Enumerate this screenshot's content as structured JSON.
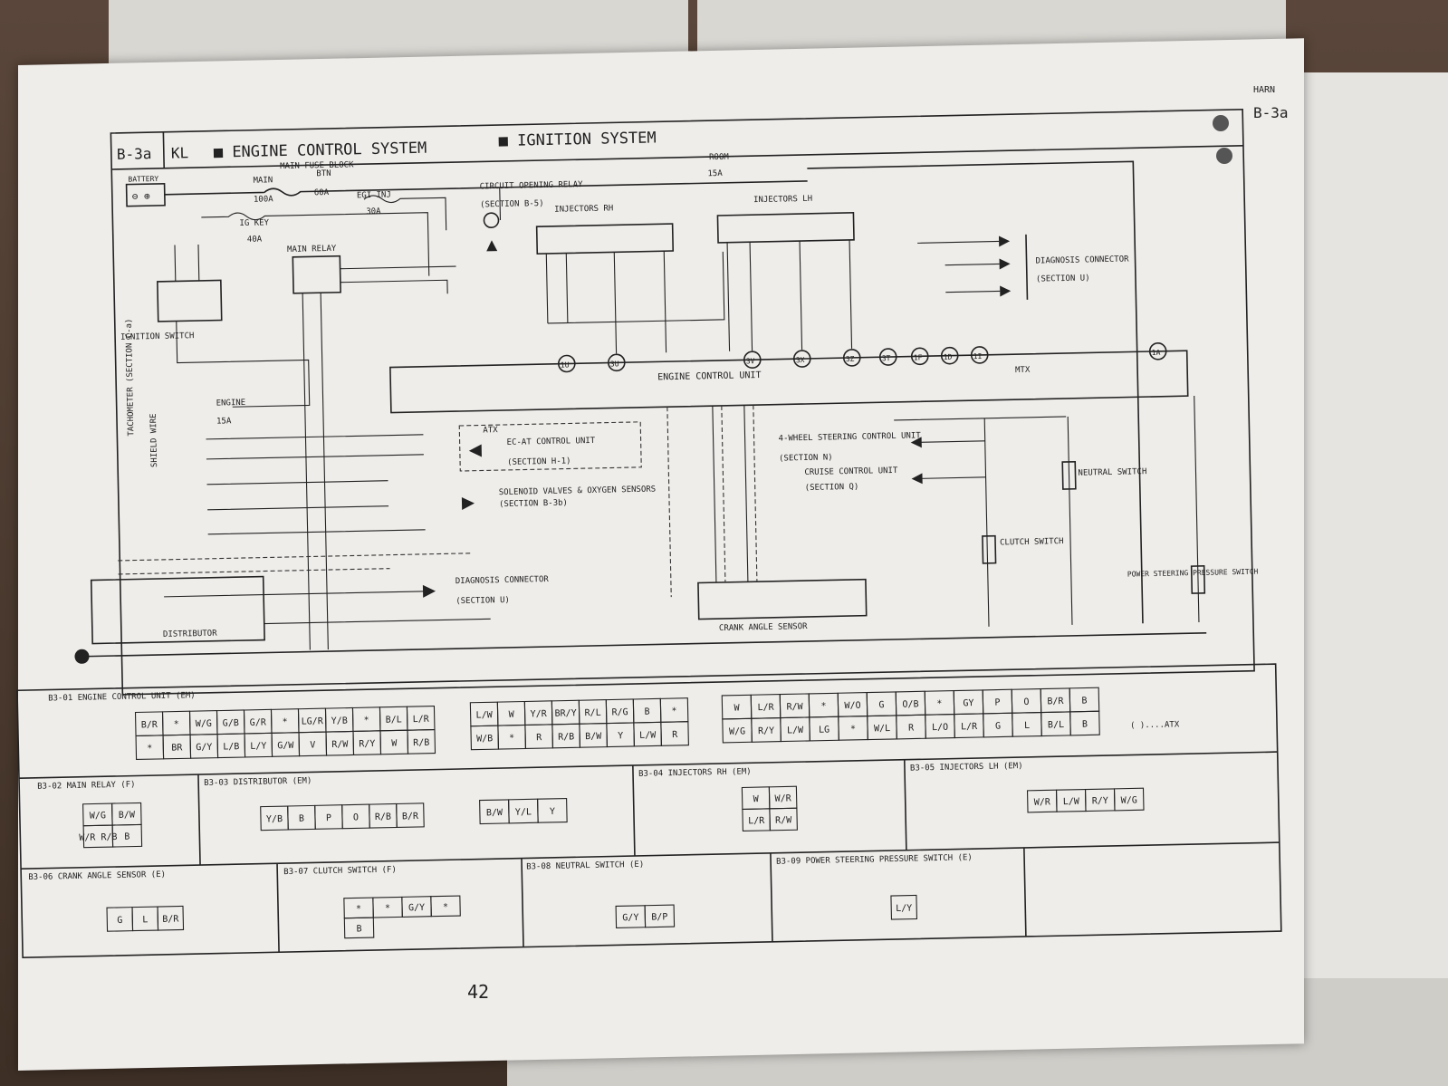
{
  "header": {
    "code": "B-3a",
    "model": "KL",
    "title1": "ENGINE CONTROL SYSTEM",
    "title2": "IGNITION SYSTEM",
    "next_sheet_label": "B-3a",
    "next_sheet_tab": "HARN"
  },
  "components": {
    "battery": "BATTERY",
    "main_fuse_block": "MAIN FUSE BLOCK",
    "main": "MAIN",
    "main_amp": "100A",
    "btn": "BTN",
    "btn_amp": "60A",
    "egi_inj": "EGI INJ",
    "egi_amp": "30A",
    "ig_key": "IG KEY",
    "ig_key_amp": "40A",
    "main_relay": "MAIN RELAY",
    "ignition_switch": "IGNITION SWITCH",
    "engine": "ENGINE",
    "engine_amp": "15A",
    "room": "ROOM",
    "room_amp": "15A",
    "circuit_opening_relay": "CIRCUIT OPENING RELAY",
    "section_b5": "(SECTION B-5)",
    "injectors_rh": "INJECTORS RH",
    "injectors_lh": "INJECTORS LH",
    "ecu": "ENGINE CONTROL UNIT",
    "diag_connector": "DIAGNOSIS CONNECTOR",
    "section_u": "(SECTION U)",
    "tachometer": "TACHOMETER (SECTION C-a)",
    "shield_wire": "SHIELD WIRE",
    "ec_at": "EC-AT CONTROL UNIT",
    "section_h1": "(SECTION H-1)",
    "solenoid": "SOLENOID VALVES & OXYGEN SENSORS",
    "section_b3b": "(SECTION B-3b)",
    "four_ws": "4-WHEEL STEERING CONTROL UNIT",
    "section_n": "(SECTION N)",
    "cruise": "CRUISE CONTROL UNIT",
    "section_q": "(SECTION Q)",
    "neutral_switch": "NEUTRAL SWITCH",
    "clutch_switch": "CLUTCH SWITCH",
    "crank_angle_sensor": "CRANK ANGLE SENSOR",
    "power_steering": "POWER STEERING PRESSURE SWITCH",
    "distributor": "DISTRIBUTOR",
    "atx": "ATX",
    "mtx": "MTX"
  },
  "ecu_pins_top": [
    "1U",
    "3U",
    "3V",
    "3X",
    "3Z",
    "3T",
    "1F",
    "1D",
    "1I",
    "1A"
  ],
  "connector_tables": {
    "b3_01_title": "B3-01 ENGINE CONTROL UNIT (EM)",
    "b3_02_title": "B3-02 MAIN RELAY (F)",
    "b3_03_title": "B3-03 DISTRIBUTOR (EM)",
    "b3_04_title": "B3-04 INJECTORS RH (EM)",
    "b3_05_title": "B3-05 INJECTORS LH (EM)",
    "b3_06_title": "B3-06 CRANK ANGLE SENSOR (E)",
    "b3_07_title": "B3-07 CLUTCH SWITCH (F)",
    "b3_08_title": "B3-08 NEUTRAL SWITCH (E)",
    "b3_09_title": "B3-09 POWER STEERING PRESSURE SWITCH (E)",
    "atx_note": "( )....ATX",
    "ecu_a_top": [
      "B/R",
      "*",
      "W/G",
      "G/B",
      "G/R",
      "*",
      "LG/R",
      "Y/B",
      "*",
      "B/L",
      "L/R"
    ],
    "ecu_a_bot": [
      "*",
      "BR",
      "G/Y",
      "L/B",
      "L/Y",
      "G/W",
      "V",
      "R/W",
      "R/Y",
      "W",
      "R/B"
    ],
    "ecu_b_top": [
      "L/W",
      "W",
      "Y/R",
      "BR/Y",
      "R/L",
      "R/G",
      "B",
      "*"
    ],
    "ecu_b_bot": [
      "W/B",
      "*",
      "R",
      "R/B",
      "B/W",
      "Y",
      "L/W",
      "R"
    ],
    "ecu_c_top": [
      "W",
      "L/R",
      "R/W",
      "*",
      "W/O",
      "G",
      "O/B",
      "*",
      "GY",
      "P",
      "O",
      "B/R",
      "B"
    ],
    "ecu_c_bot": [
      "W/G",
      "R/Y",
      "L/W",
      "LG",
      "*",
      "W/L",
      "R",
      "L/O",
      "L/R",
      "G",
      "L",
      "B/L",
      "B"
    ],
    "relay_cells": [
      "W/G",
      "B/W",
      "W/R R/B",
      "B"
    ],
    "dist_a": [
      "Y/B",
      "B",
      "P",
      "O",
      "R/B",
      "B/R"
    ],
    "dist_b": [
      "B/W",
      "Y/L",
      "Y"
    ],
    "inj_rh": [
      "W",
      "W/R",
      "L/R",
      "R/W"
    ],
    "inj_lh": [
      "W/R",
      "L/W",
      "R/Y",
      "W/G"
    ],
    "cas": [
      "G",
      "L",
      "B/R"
    ],
    "clutch": [
      "*",
      "*",
      "G/Y",
      "*",
      "B"
    ],
    "neutral": [
      "G/Y",
      "B/P"
    ],
    "ps": [
      "L/Y"
    ]
  },
  "page_number": "42"
}
